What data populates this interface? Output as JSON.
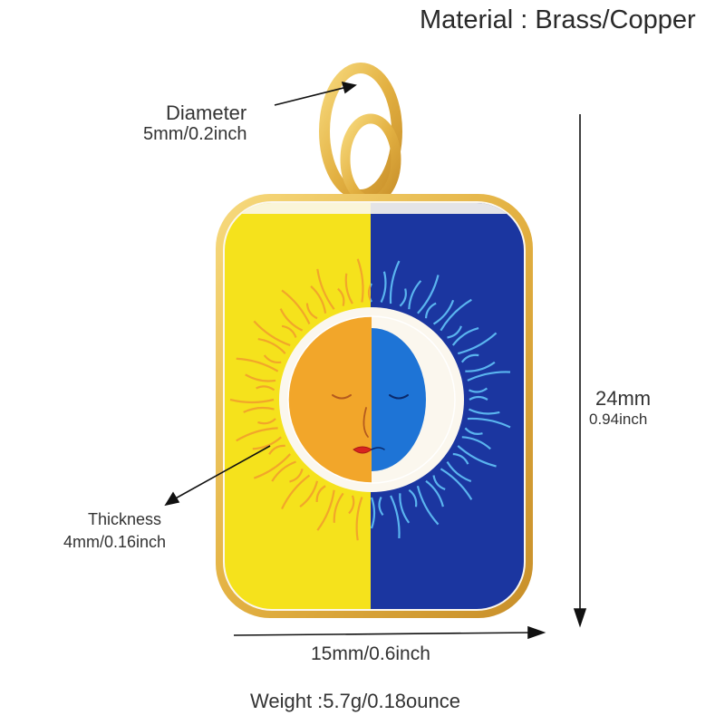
{
  "material_label": "Material : Brass/Copper",
  "diameter": {
    "label": "Diameter",
    "value": "5mm/0.2inch"
  },
  "thickness": {
    "label": "Thickness",
    "value": "4mm/0.16inch"
  },
  "height": {
    "mm": "24mm",
    "inch": "0.94inch"
  },
  "width": {
    "value": "15mm/0.6inch"
  },
  "weight_label": "Weight :5.7g/0.18ounce",
  "colors": {
    "gold": "#e8b84a",
    "sun_yellow": "#f5e21c",
    "moon_blue": "#1b36a0",
    "sun_face": "#f2a62a",
    "moon_face": "#1e74d6",
    "enamel_white": "#fbf7ee"
  }
}
